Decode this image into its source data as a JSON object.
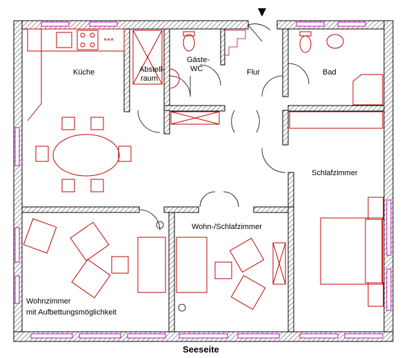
{
  "rooms": {
    "kueche": "Küche",
    "abstellraum_1": "Abstell-",
    "abstellraum_2": "raum",
    "gaeste_wc_1": "Gäste-",
    "gaeste_wc_2": "WC",
    "flur": "Flur",
    "bad": "Bad",
    "schlafzimmer": "Schlafzimmer",
    "wohn_schlafzimmer": "Wohn-/Schlafzimmer",
    "wohnzimmer_1": "Wohnzimmer",
    "wohnzimmer_2": "mit Aufbettungsmöglichkeit"
  },
  "footer": {
    "caption": "Seeseite"
  },
  "colors": {
    "wall": "#000000",
    "furniture": "#c00000",
    "window": "#c000c0",
    "hatch": "#555555"
  },
  "icons": {
    "entrance": "entrance-arrow-icon"
  }
}
